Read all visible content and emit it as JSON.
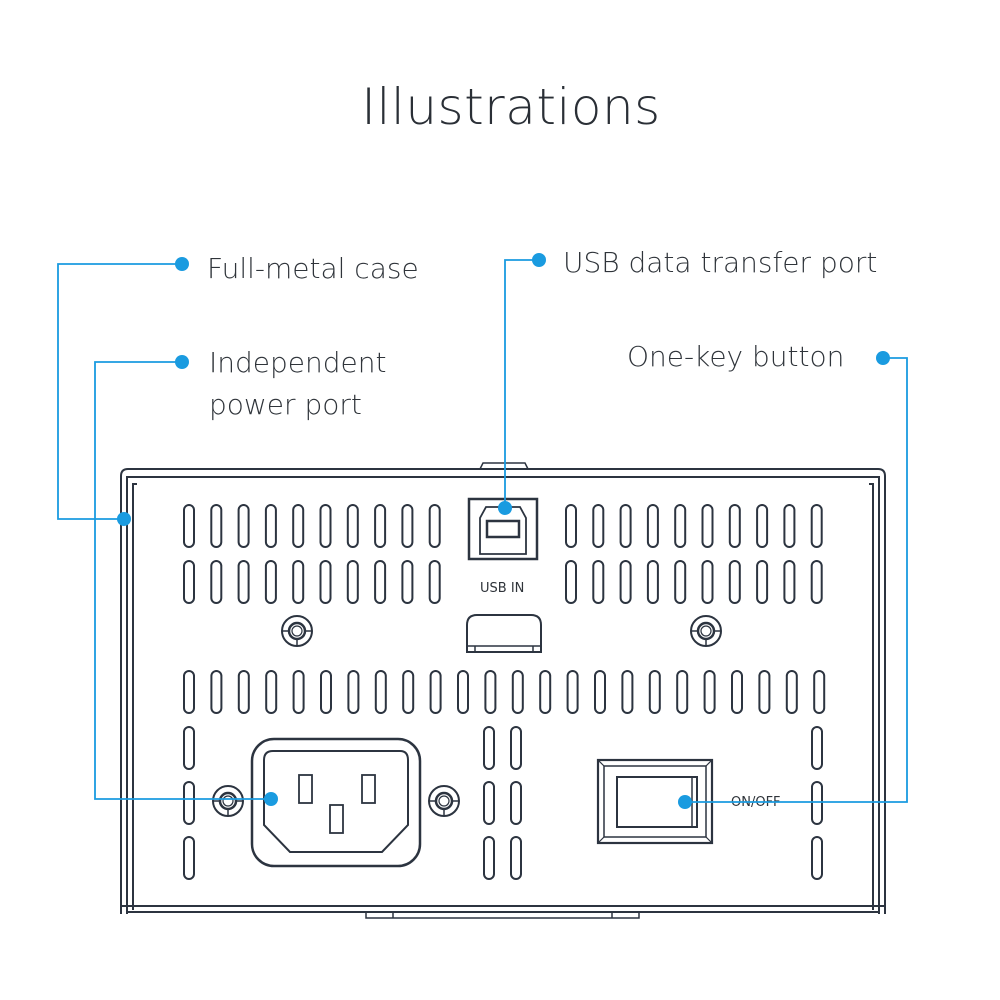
{
  "title": "Illustrations",
  "callouts": [
    {
      "id": "full-metal-case",
      "label": "Full-metal case"
    },
    {
      "id": "independent-power-port",
      "label_line1": "Independent",
      "label_line2": "power port"
    },
    {
      "id": "usb-data-transfer-port",
      "label": "USB data transfer port"
    },
    {
      "id": "one-key-button",
      "label": "One-key button"
    }
  ],
  "device": {
    "usb_port_label": "USB IN",
    "switch_label": "ON/OFF"
  },
  "colors": {
    "accent": "#1a9be0",
    "outline": "#2c3440",
    "text": "#2f343a"
  }
}
